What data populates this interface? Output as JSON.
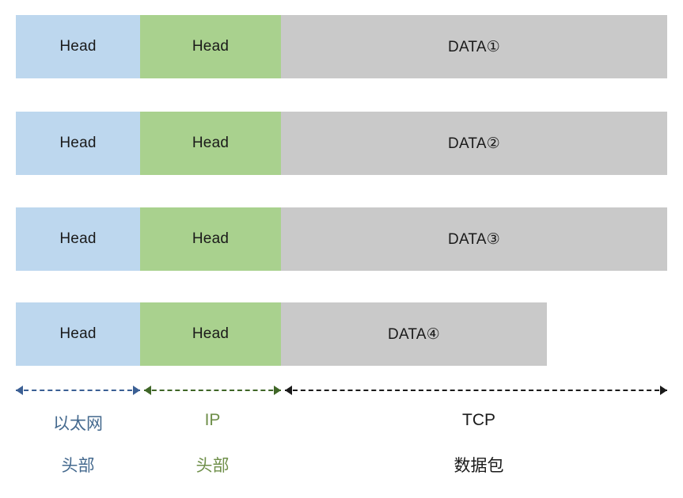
{
  "diagram": {
    "title": "TCP/IP packet encapsulation and segmentation",
    "colors": {
      "ethernet_header": "#bdd7ee",
      "ip_header": "#a9d18e",
      "data": "#c9c9c9",
      "ethernet_label": "#44698e",
      "ip_label": "#6f8f4a",
      "tcp_label": "#1a1a1a",
      "ethernet_arrow": "#3b5f94",
      "ip_arrow": "#3f6627",
      "tcp_arrow": "#1a1a1a"
    },
    "rows": [
      {
        "eth_label": "Head",
        "ip_label": "Head",
        "data_label": "DATA①"
      },
      {
        "eth_label": "Head",
        "ip_label": "Head",
        "data_label": "DATA②"
      },
      {
        "eth_label": "Head",
        "ip_label": "Head",
        "data_label": "DATA③"
      },
      {
        "eth_label": "Head",
        "ip_label": "Head",
        "data_label": "DATA④"
      }
    ],
    "legend": [
      {
        "line1": "以太网",
        "line2": "头部"
      },
      {
        "line1": "IP",
        "line2": "头部"
      },
      {
        "line1": "TCP",
        "line2": "数据包"
      }
    ]
  }
}
